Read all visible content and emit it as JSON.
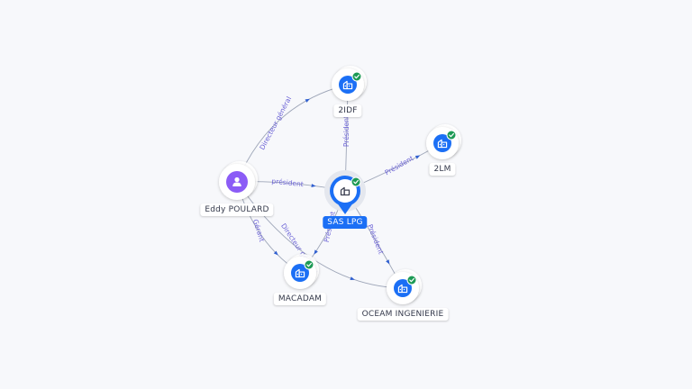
{
  "colors": {
    "background": "#f7f8fb",
    "company": "#1b6ff5",
    "person": "#8b5cf6",
    "check": "#1d9a55",
    "edge": "#9ea6b8",
    "edge_label": "#6c63d6"
  },
  "nodes": [
    {
      "id": "eddy",
      "type": "person",
      "label": "Eddy POULARD",
      "icon": "person-icon",
      "verified": false
    },
    {
      "id": "saslpg",
      "type": "central",
      "label": "SAS LPG",
      "icon": "building-icon",
      "verified": true
    },
    {
      "id": "2idf",
      "type": "company",
      "label": "2IDF",
      "icon": "building-icon",
      "verified": true
    },
    {
      "id": "2lm",
      "type": "company",
      "label": "2LM",
      "icon": "building-icon",
      "verified": true
    },
    {
      "id": "macadam",
      "type": "company",
      "label": "MACADAM",
      "icon": "building-icon",
      "verified": true
    },
    {
      "id": "oceam",
      "type": "company",
      "label": "OCEAM INGENIERIE",
      "icon": "building-icon",
      "verified": true
    }
  ],
  "edges": [
    {
      "from": "eddy",
      "to": "2idf",
      "label": "Directeur général"
    },
    {
      "from": "eddy",
      "to": "saslpg",
      "label": "président"
    },
    {
      "from": "eddy",
      "to": "macadam",
      "label": "Gérant"
    },
    {
      "from": "eddy",
      "to": "oceam",
      "label": "Directeur général"
    },
    {
      "from": "saslpg",
      "to": "2idf",
      "label": "Président"
    },
    {
      "from": "saslpg",
      "to": "2lm",
      "label": "Président"
    },
    {
      "from": "saslpg",
      "to": "macadam",
      "label": "Président"
    },
    {
      "from": "saslpg",
      "to": "oceam",
      "label": "Président"
    }
  ]
}
